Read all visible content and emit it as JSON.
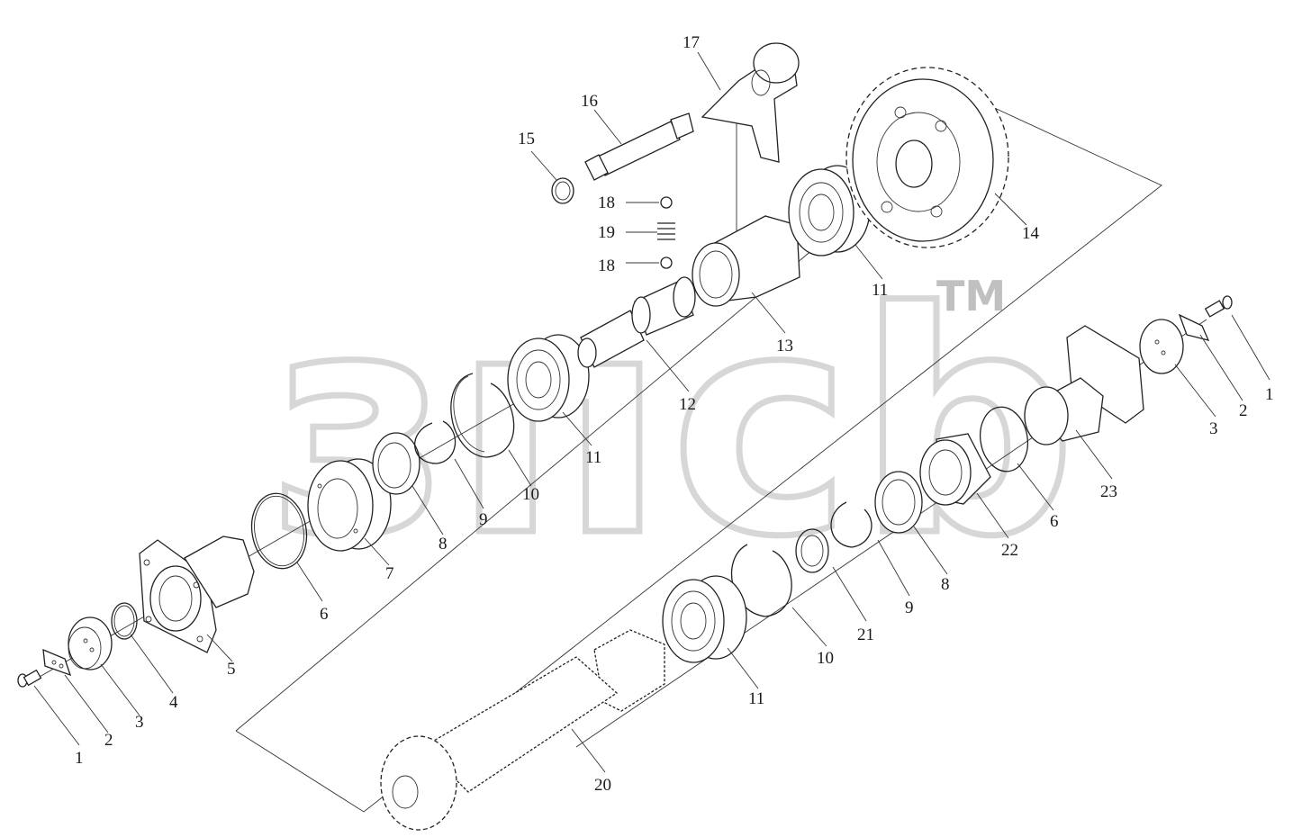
{
  "watermark": {
    "text": "зпсb",
    "tm": "TM"
  },
  "callouts": [
    {
      "id": "c1a",
      "text": "1"
    },
    {
      "id": "c2a",
      "text": "2"
    },
    {
      "id": "c3a",
      "text": "3"
    },
    {
      "id": "c4",
      "text": "4"
    },
    {
      "id": "c5",
      "text": "5"
    },
    {
      "id": "c6a",
      "text": "6"
    },
    {
      "id": "c7",
      "text": "7"
    },
    {
      "id": "c8a",
      "text": "8"
    },
    {
      "id": "c9a",
      "text": "9"
    },
    {
      "id": "c10a",
      "text": "10"
    },
    {
      "id": "c11a",
      "text": "11"
    },
    {
      "id": "c12",
      "text": "12"
    },
    {
      "id": "c13",
      "text": "13"
    },
    {
      "id": "c11b",
      "text": "11"
    },
    {
      "id": "c14",
      "text": "14"
    },
    {
      "id": "c15",
      "text": "15"
    },
    {
      "id": "c16",
      "text": "16"
    },
    {
      "id": "c17",
      "text": "17"
    },
    {
      "id": "c18a",
      "text": "18"
    },
    {
      "id": "c19",
      "text": "19"
    },
    {
      "id": "c18b",
      "text": "18"
    },
    {
      "id": "c1b",
      "text": "1"
    },
    {
      "id": "c2b",
      "text": "2"
    },
    {
      "id": "c3b",
      "text": "3"
    },
    {
      "id": "c23",
      "text": "23"
    },
    {
      "id": "c6b",
      "text": "6"
    },
    {
      "id": "c22",
      "text": "22"
    },
    {
      "id": "c8b",
      "text": "8"
    },
    {
      "id": "c9b",
      "text": "9"
    },
    {
      "id": "c21",
      "text": "21"
    },
    {
      "id": "c10b",
      "text": "10"
    },
    {
      "id": "c11c",
      "text": "11"
    },
    {
      "id": "c20",
      "text": "20"
    }
  ]
}
